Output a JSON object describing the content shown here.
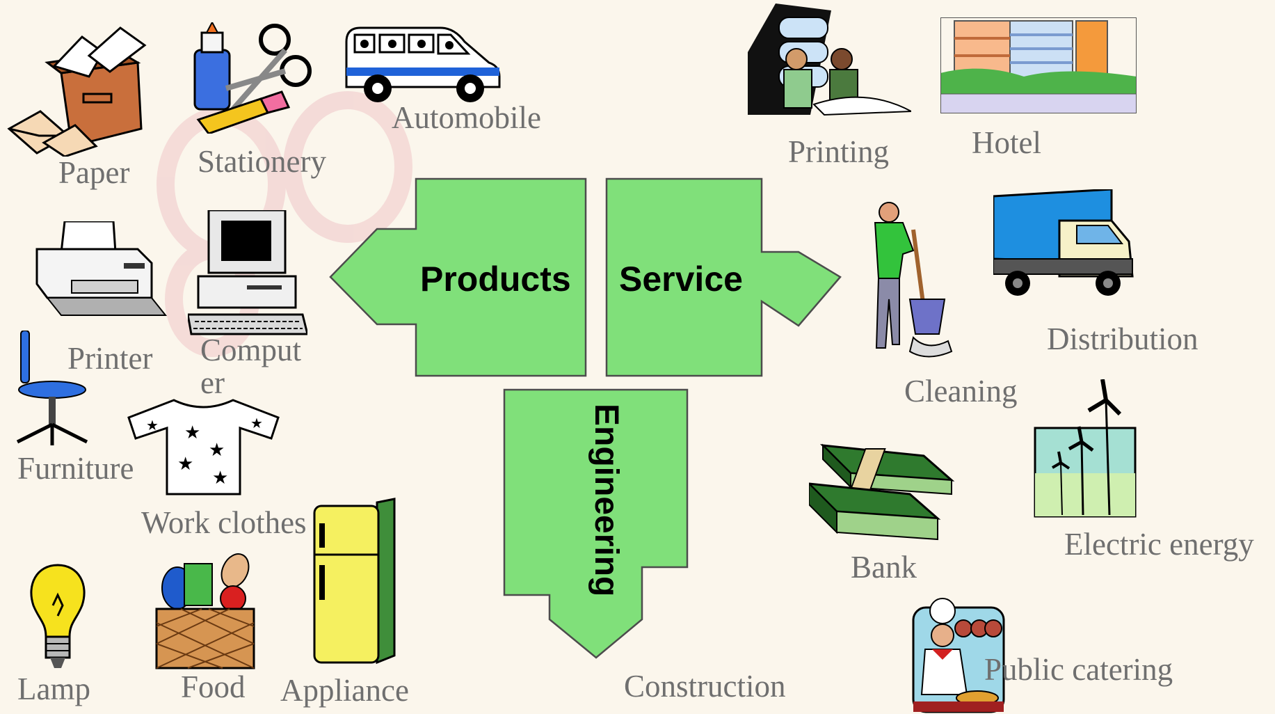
{
  "center": {
    "products": "Products",
    "service": "Service",
    "engineering": "Engineering",
    "construction": "Construction"
  },
  "products": {
    "paper": "Paper",
    "stationery": "Stationery",
    "automobile": "Automobile",
    "printer": "Printer",
    "computer": "Comput er",
    "furniture": "Furniture",
    "work_clothes": "Work clothes",
    "lamp": "Lamp",
    "food": "Food",
    "appliance": "Appliance"
  },
  "services": {
    "printing": "Printing",
    "hotel": "Hotel",
    "cleaning": "Cleaning",
    "distribution": "Distribution",
    "bank": "Bank",
    "electric_energy": "Electric energy",
    "public_catering": "Public catering"
  },
  "colors": {
    "background": "#FBF6EC",
    "arrow_fill": "#80E07A",
    "arrow_stroke": "#4C4C4C",
    "label_text": "#6F6F6F"
  }
}
